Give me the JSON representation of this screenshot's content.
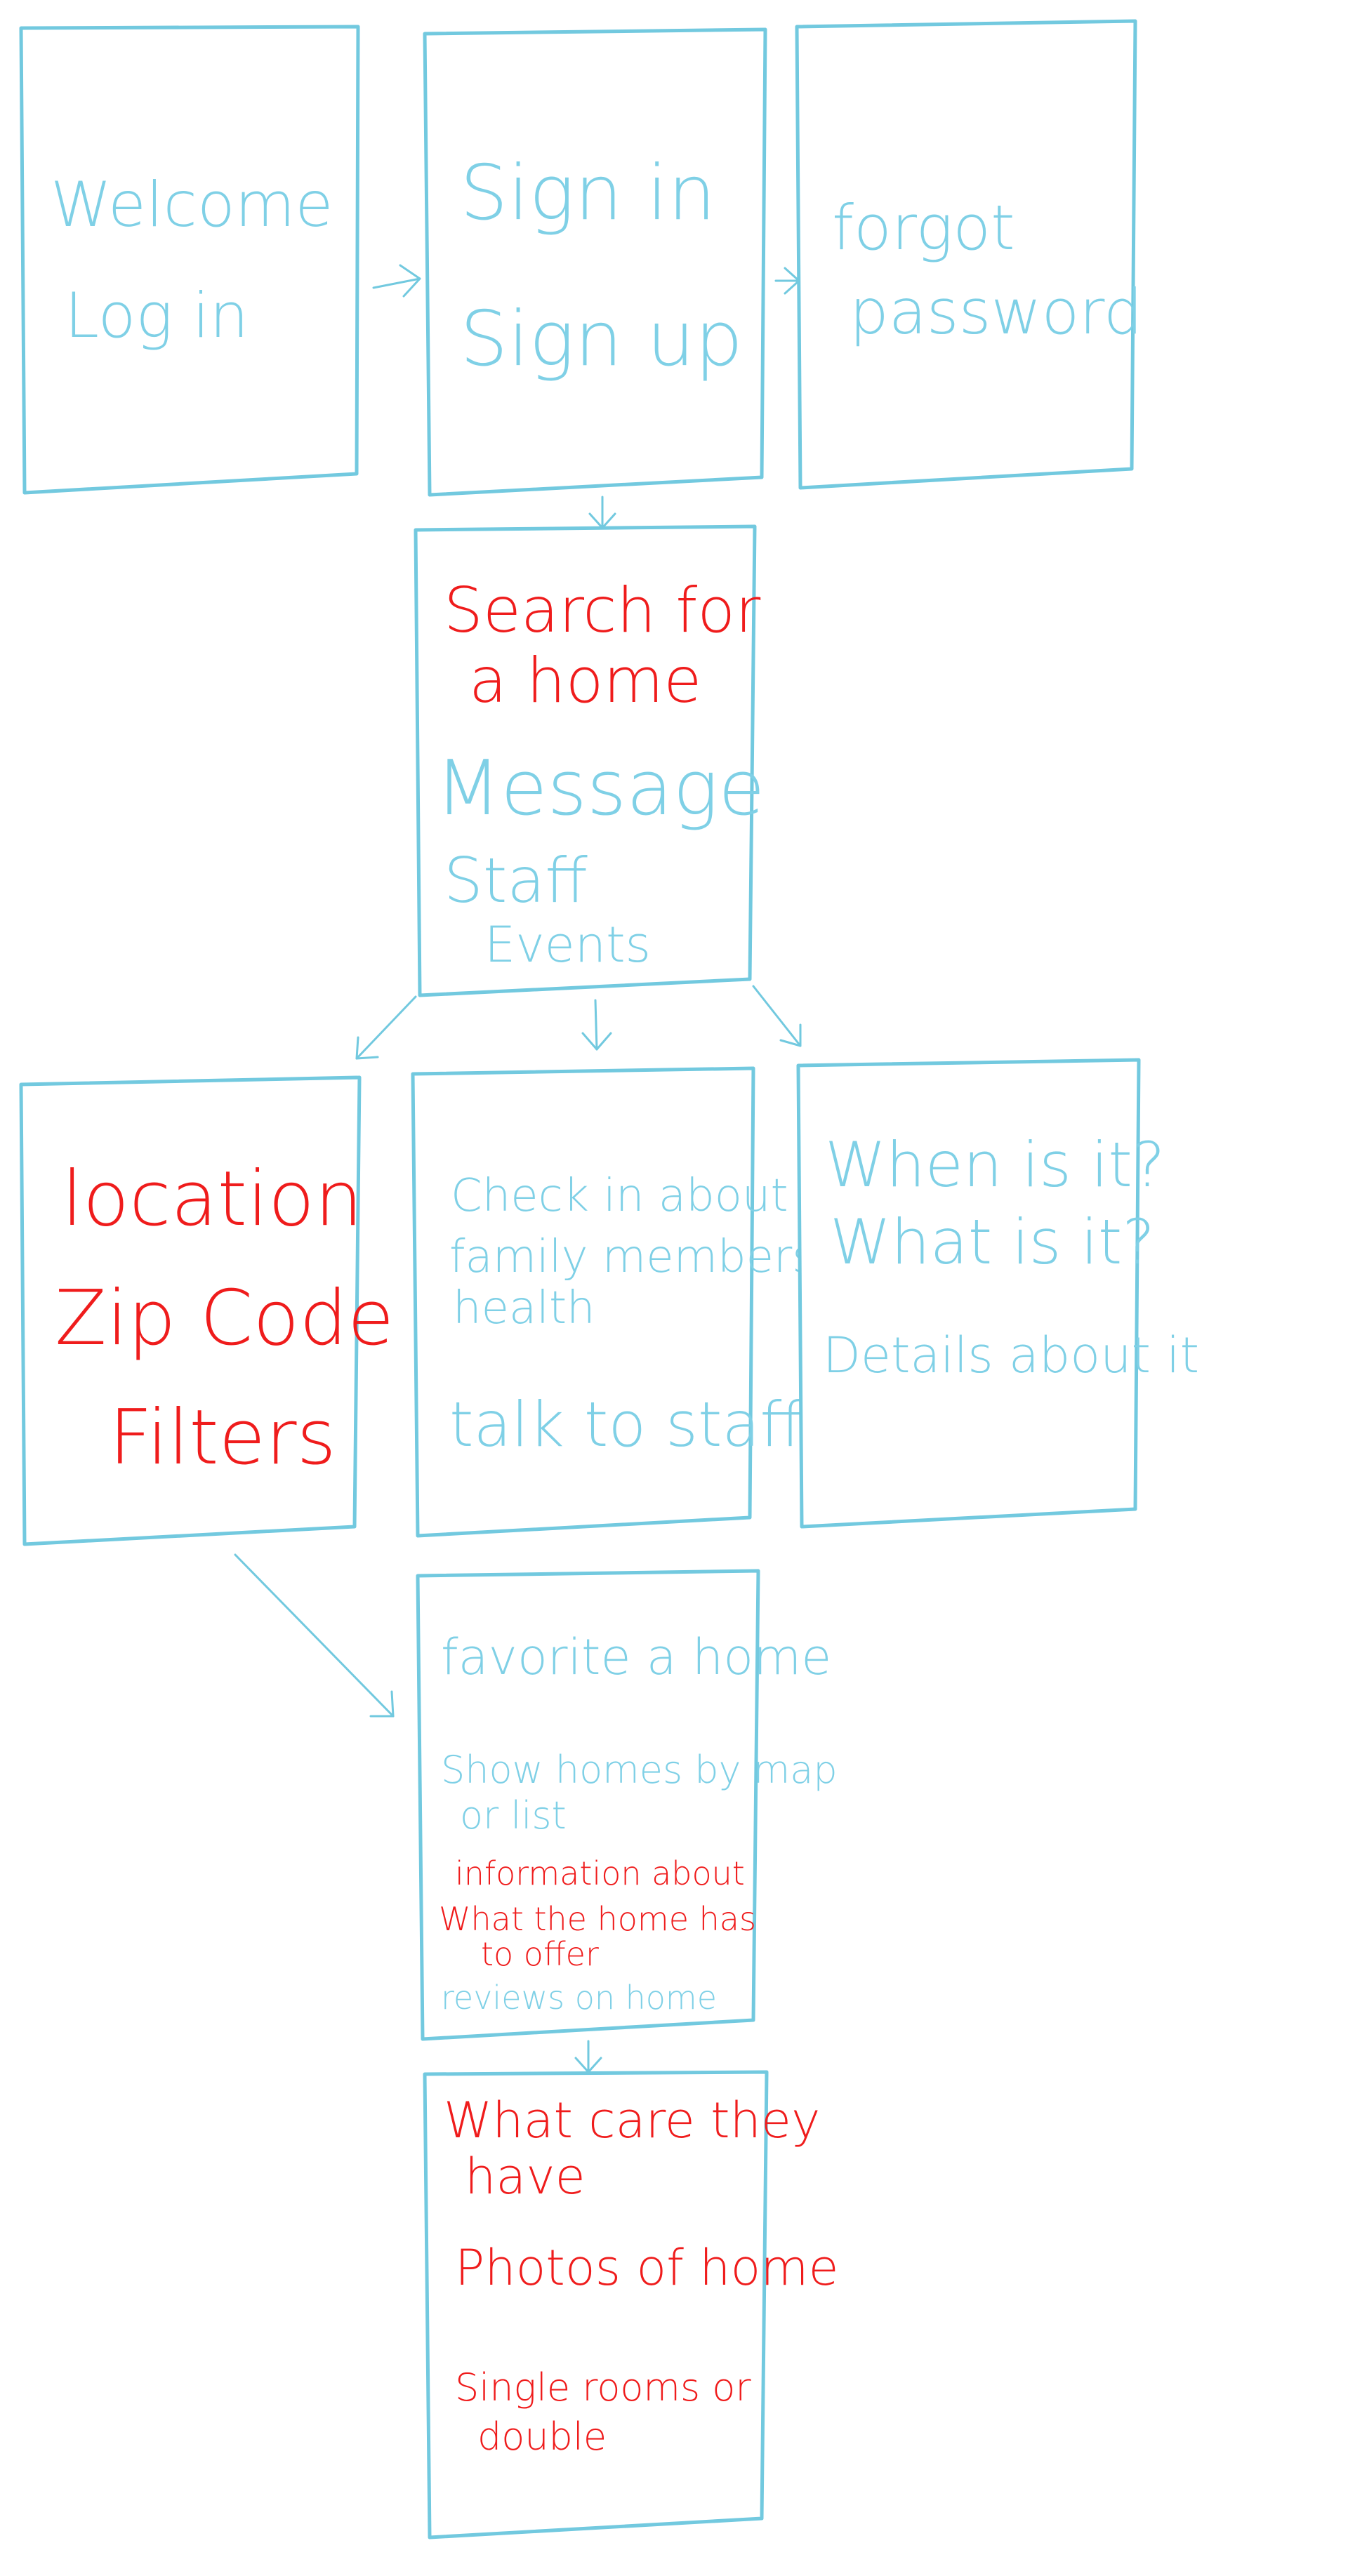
{
  "palette": {
    "box_stroke": "#72c9df",
    "text_blue": "#7fd0e6",
    "text_red": "#ef1c1c",
    "background": "#ffffff"
  },
  "screens": {
    "welcome": {
      "line1": "Welcome",
      "line2": "Log in"
    },
    "signin": {
      "line1": "Sign in",
      "line2": "Sign up"
    },
    "forgot": {
      "line1": "forgot",
      "line2": "password"
    },
    "home": {
      "search_line1": "Search for",
      "search_line2": "a home",
      "message": "Message",
      "staff": "Staff",
      "events": "Events"
    },
    "search": {
      "location": "location",
      "zip": "Zip Code",
      "filters": "Filters"
    },
    "message": {
      "line1": "Check in about",
      "line2": "family members",
      "line3": "health",
      "line4": "talk to staff"
    },
    "events": {
      "line1": "When is it?",
      "line2": "What is it?",
      "line3": "Details about it"
    },
    "results": {
      "favorite": "favorite a home",
      "map_line1": "Show homes by map",
      "map_line2": "or list",
      "info_line1": "information about",
      "info_line2": "What the home has",
      "info_line3": "to offer",
      "reviews": "reviews on home"
    },
    "details": {
      "care_line1": "What care they",
      "care_line2": "have",
      "photos": "Photos of home",
      "rooms_line1": "Single rooms or",
      "rooms_line2": "double"
    }
  }
}
